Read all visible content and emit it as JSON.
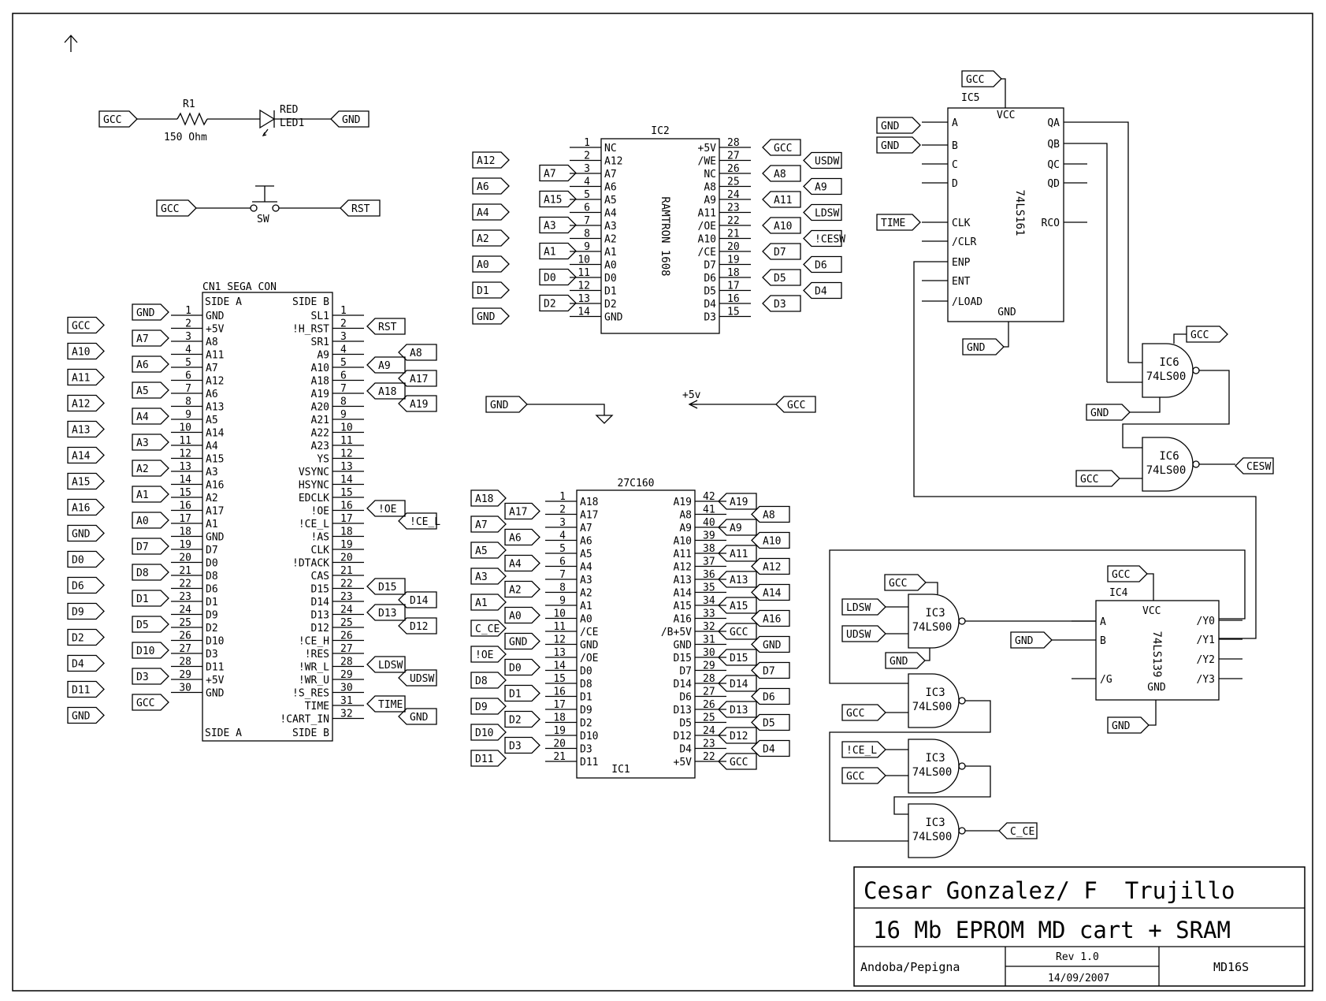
{
  "title_block": {
    "authors": "Cesar Gonzalez/ F  Trujillo",
    "title": "16 Mb EPROM MD cart + SRAM",
    "company": "Andoba/Pepigna",
    "rev": "Rev 1.0",
    "date": "14/09/2007",
    "doc_id": "MD16S"
  },
  "led": {
    "ref": "R1",
    "value": "150 Ohm",
    "left_net": "GCC",
    "led_color": "RED",
    "led_ref": "LED1",
    "right_net": "GND"
  },
  "switch": {
    "left_net": "GCC",
    "ref": "SW",
    "right_net": "RST"
  },
  "power_symbols": {
    "gnd_label": "GND",
    "vcc_label": "+5v",
    "gcc_label": "GCC"
  },
  "cn1": {
    "ref": "CN1",
    "name": "SEGA_CON",
    "side_a": "SIDE A",
    "side_b": "SIDE B",
    "a_pins": [
      "GND",
      "+5V",
      "A8",
      "A11",
      "A7",
      "A12",
      "A6",
      "A13",
      "A5",
      "A14",
      "A4",
      "A15",
      "A3",
      "A16",
      "A2",
      "A17",
      "A1",
      "GND",
      "D7",
      "D0",
      "D8",
      "D6",
      "D1",
      "D9",
      "D2",
      "D10",
      "D3",
      "D11",
      "+5V",
      "GND"
    ],
    "b_pins": [
      "SL1",
      "!H_RST",
      "SR1",
      "A9",
      "A10",
      "A18",
      "A19",
      "A20",
      "A21",
      "A22",
      "A23",
      "YS",
      "VSYNC",
      "HSYNC",
      "EDCLK",
      "!OE",
      "!CE_L",
      "!AS",
      "CLK",
      "!DTACK",
      "CAS",
      "D15",
      "D14",
      "D13",
      "D12",
      "!CE_H",
      "!RES",
      "!WR_L",
      "!WR_U",
      "!S_RES",
      "TIME",
      "!CART_IN"
    ],
    "a_nets": [
      "GND",
      "GCC",
      "A7",
      "A10",
      "A6",
      "A11",
      "A5",
      "A12",
      "A4",
      "A13",
      "A3",
      "A14",
      "A2",
      "A15",
      "A1",
      "A16",
      "A0",
      "GND",
      "D7",
      "D0",
      "D8",
      "D6",
      "D1",
      "D9",
      "D5",
      "D2",
      "D10",
      "D4",
      "D3",
      "D11",
      "GCC",
      "GND"
    ],
    "b_nets": [
      "RST",
      "A8",
      "A9",
      "A17",
      "A18",
      "A19",
      "!OE",
      "!CE_L",
      "D15",
      "D14",
      "D13",
      "D12",
      "LDSW",
      "UDSW",
      "TIME",
      "GND"
    ]
  },
  "ic2": {
    "ref": "IC2",
    "name": "RAMTRON 1608",
    "left_pins": [
      "NC",
      "A12",
      "A7",
      "A6",
      "A5",
      "A4",
      "A3",
      "A2",
      "A1",
      "A0",
      "D0",
      "D1",
      "D2",
      "GND"
    ],
    "right_pins": [
      "+5V",
      "/WE",
      "NC",
      "A8",
      "A9",
      "A11",
      "/OE",
      "A10",
      "/CE",
      "D7",
      "D6",
      "D5",
      "D4",
      "D3"
    ],
    "left_nets": [
      "A12",
      "A7",
      "A6",
      "A15",
      "A4",
      "A3",
      "A2",
      "A1",
      "A0",
      "D0",
      "D1",
      "D2",
      "GND"
    ],
    "right_nets": [
      "GCC",
      "USDW",
      "A8",
      "A9",
      "A11",
      "LDSW",
      "A10",
      "!CESW",
      "D7",
      "D6",
      "D5",
      "D4",
      "D3"
    ]
  },
  "ic1": {
    "ref": "IC1",
    "name": "27C160",
    "left_pins": [
      "A18",
      "A17",
      "A7",
      "A6",
      "A5",
      "A4",
      "A3",
      "A2",
      "A1",
      "A0",
      "/CE",
      "GND",
      "/OE",
      "D0",
      "D8",
      "D1",
      "D9",
      "D2",
      "D10",
      "D3",
      "D11"
    ],
    "right_pins": [
      "A19",
      "A8",
      "A9",
      "A10",
      "A11",
      "A12",
      "A13",
      "A14",
      "A15",
      "A16",
      "/B+5V",
      "GND",
      "D15",
      "D7",
      "D14",
      "D6",
      "D13",
      "D5",
      "D12",
      "D4",
      "+5V"
    ],
    "left_nets": [
      "A18",
      "A17",
      "A7",
      "A6",
      "A5",
      "A4",
      "A3",
      "A2",
      "A1",
      "A0",
      "C_CE",
      "GND",
      "!OE",
      "D0",
      "D8",
      "D1",
      "D9",
      "D2",
      "D10",
      "D3",
      "D11"
    ],
    "right_nets": [
      "A19",
      "A8",
      "A9",
      "A10",
      "A11",
      "A12",
      "A13",
      "A14",
      "A15",
      "A16",
      "GCC",
      "GND",
      "D15",
      "D7",
      "D14",
      "D6",
      "D13",
      "D5",
      "D12",
      "D4",
      "GCC"
    ]
  },
  "ic5": {
    "ref": "IC5",
    "name": "74LS161",
    "vcc": "VCC",
    "gnd": "GND",
    "left_pins": [
      "A",
      "B",
      "C",
      "D",
      "CLK",
      "/CLR",
      "ENP",
      "ENT",
      "/LOAD"
    ],
    "right_pins": [
      "QA",
      "QB",
      "QC",
      "QD",
      "RCO"
    ],
    "nets": [
      "GCC",
      "GND",
      "GND",
      "TIME",
      "GND"
    ]
  },
  "ic6": {
    "ref": "IC6",
    "name": "74LS00",
    "nets": [
      "GCC",
      "GND",
      "GCC",
      "CESW"
    ]
  },
  "ic3": {
    "ref": "IC3",
    "name": "74LS00",
    "nets": [
      "GCC",
      "LDSW",
      "UDSW",
      "GND",
      "GCC",
      "!CE_L",
      "GCC",
      "C_CE"
    ]
  },
  "ic4": {
    "ref": "IC4",
    "name": "74LS139",
    "vcc": "VCC",
    "gnd": "GND",
    "left_pins": [
      "A",
      "B",
      "/G"
    ],
    "right_pins": [
      "/Y0",
      "/Y1",
      "/Y2",
      "/Y3"
    ],
    "nets": [
      "GCC",
      "GND",
      "GND"
    ]
  }
}
